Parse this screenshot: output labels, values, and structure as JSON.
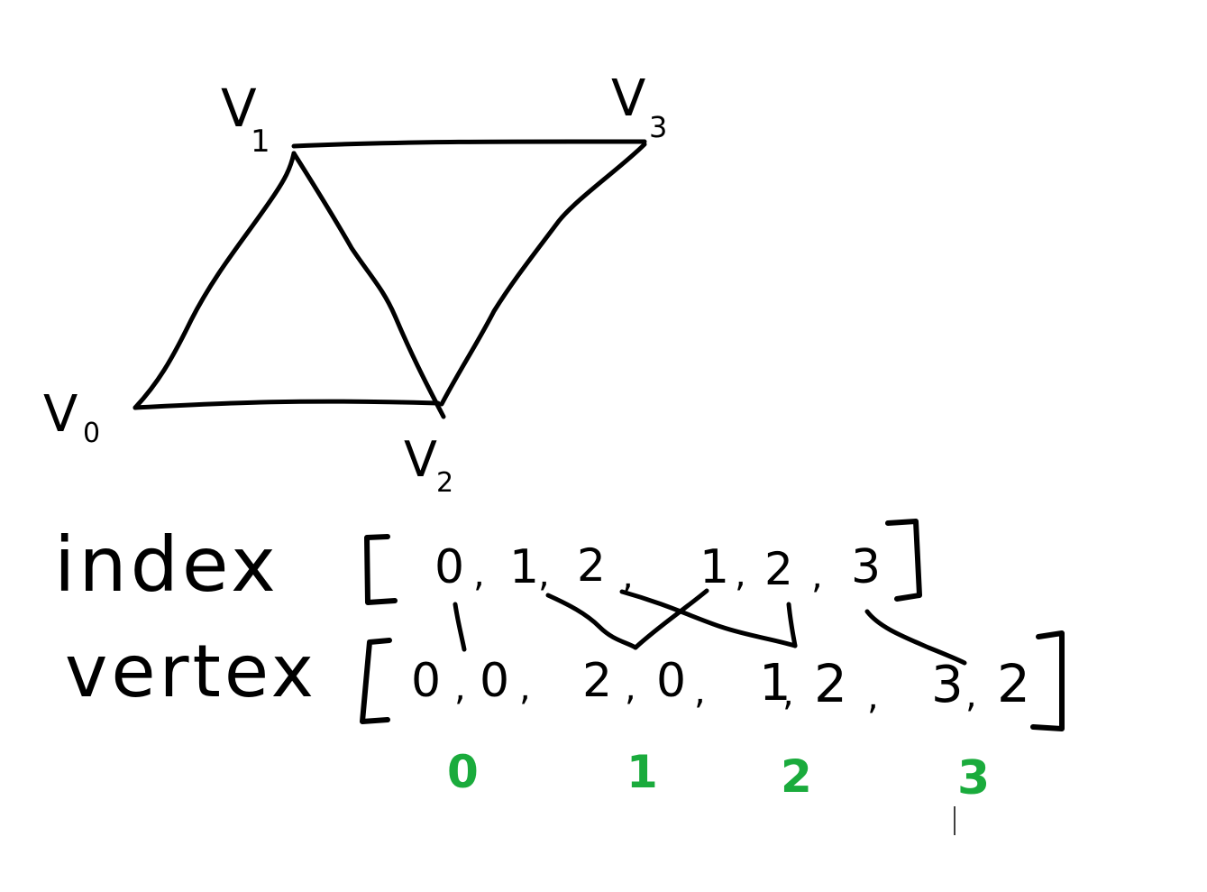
{
  "colors": {
    "ink": "#000000",
    "accent": "#1aab3c",
    "background": "#ffffff"
  },
  "vertices": [
    {
      "name": "V",
      "sub": "0"
    },
    {
      "name": "V",
      "sub": "1"
    },
    {
      "name": "V",
      "sub": "2"
    },
    {
      "name": "V",
      "sub": "3"
    }
  ],
  "index_row": {
    "label": "index",
    "values": [
      "0",
      "1",
      "2",
      "1",
      "2",
      "3"
    ]
  },
  "vertex_row": {
    "label": "vertex",
    "values": [
      "0",
      "0",
      "2",
      "0",
      "1",
      "2",
      "3",
      "2"
    ]
  },
  "vertex_numbers": [
    "0",
    "1",
    "2",
    "3"
  ]
}
